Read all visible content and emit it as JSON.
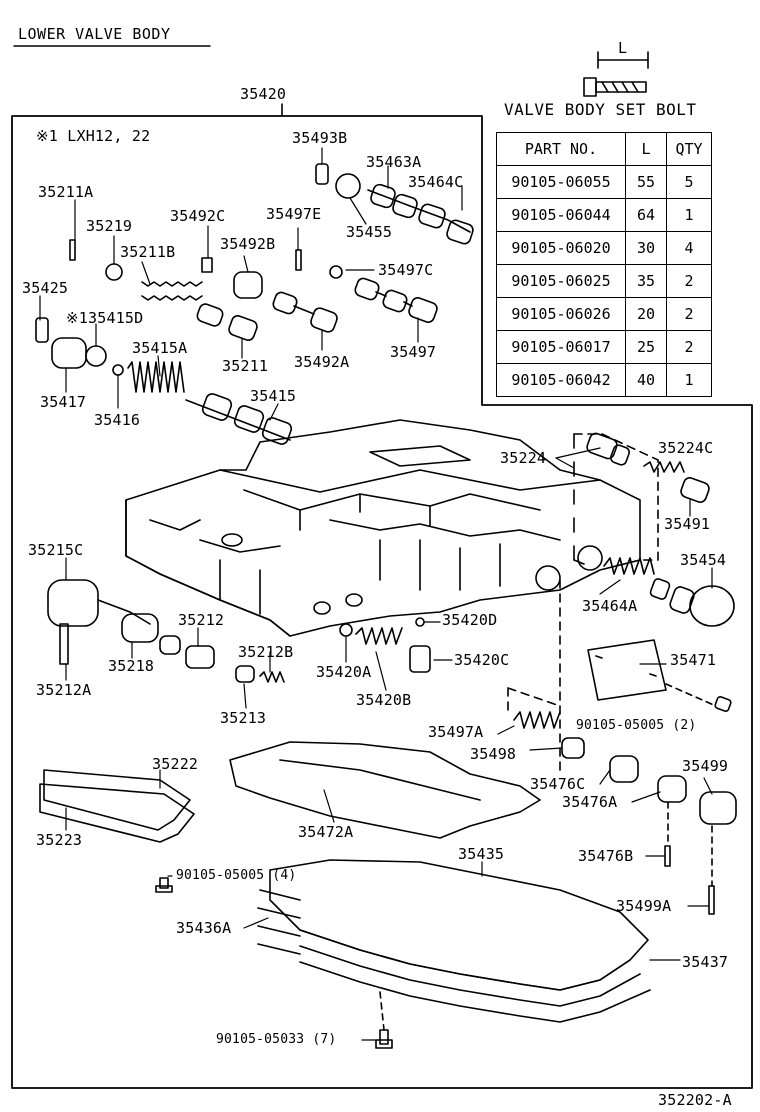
{
  "title": "LOWER VALVE BODY",
  "bolt_header": "VALVE BODY SET BOLT",
  "bolt_dim": "L",
  "footnote": "※1 LXH12, 22",
  "figure_code": "352202-A",
  "table": {
    "headers": [
      "PART NO.",
      "L",
      "QTY"
    ],
    "rows": [
      {
        "part": "90105-06055",
        "l": "55",
        "qty": "5"
      },
      {
        "part": "90105-06044",
        "l": "64",
        "qty": "1"
      },
      {
        "part": "90105-06020",
        "l": "30",
        "qty": "4"
      },
      {
        "part": "90105-06025",
        "l": "35",
        "qty": "2"
      },
      {
        "part": "90105-06026",
        "l": "20",
        "qty": "2"
      },
      {
        "part": "90105-06017",
        "l": "25",
        "qty": "2"
      },
      {
        "part": "90105-06042",
        "l": "40",
        "qty": "1"
      }
    ]
  },
  "labels": {
    "p35420": "35420",
    "p35493B": "35493B",
    "p35463A": "35463A",
    "p35464C": "35464C",
    "p35211A": "35211A",
    "p35219": "35219",
    "p35492C": "35492C",
    "p35497E": "35497E",
    "p35455": "35455",
    "p35211B": "35211B",
    "p35492B": "35492B",
    "p35497C": "35497C",
    "p35425": "35425",
    "p135415D": "※135415D",
    "p35415A": "35415A",
    "p35211": "35211",
    "p35492A": "35492A",
    "p35497": "35497",
    "p35417": "35417",
    "p35416": "35416",
    "p35415": "35415",
    "p35224": "35224",
    "p35224C": "35224C",
    "p35491": "35491",
    "p35215C": "35215C",
    "p35454": "35454",
    "p35464A": "35464A",
    "p35212": "35212",
    "p35420D": "35420D",
    "p35218": "35218",
    "p35212B": "35212B",
    "p35420A": "35420A",
    "p35420C": "35420C",
    "p35471": "35471",
    "p35212A": "35212A",
    "p35420B": "35420B",
    "p35213": "35213",
    "p90105_05005_2": "90105-05005 (2)",
    "p35497A": "35497A",
    "p35498": "35498",
    "p35222": "35222",
    "p35476C": "35476C",
    "p35499": "35499",
    "p35476A": "35476A",
    "p35472A": "35472A",
    "p35223": "35223",
    "p35476B": "35476B",
    "p35435": "35435",
    "p90105_05005_4": "90105-05005 (4)",
    "p35499A": "35499A",
    "p35436A": "35436A",
    "p35437": "35437",
    "p90105_05033_7": "90105-05033 (7)"
  }
}
